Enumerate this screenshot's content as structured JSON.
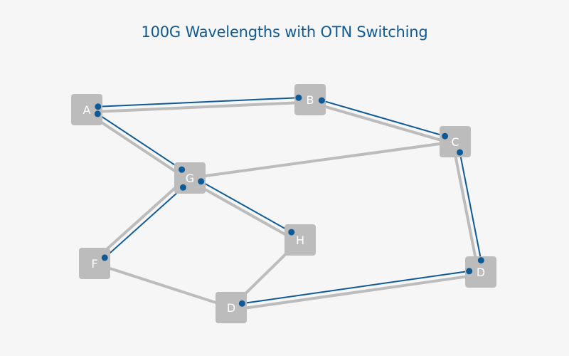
{
  "title": "100G Wavelengths with OTN Switching",
  "colors": {
    "background": "#f6f6f6",
    "title": "#0e5a97",
    "node_fill": "#bcbcbc",
    "fiber_link": "#bcbcbc",
    "wavelength": "#0e5a97",
    "node_label": "#ffffff"
  },
  "nodes": [
    {
      "id": "A",
      "label": "A"
    },
    {
      "id": "B",
      "label": "B"
    },
    {
      "id": "C",
      "label": "C"
    },
    {
      "id": "G",
      "label": "G"
    },
    {
      "id": "H",
      "label": "H"
    },
    {
      "id": "F",
      "label": "F"
    },
    {
      "id": "D1",
      "label": "D"
    },
    {
      "id": "D2",
      "label": "D"
    }
  ],
  "fiber_links": [
    {
      "from": "A",
      "to": "B"
    },
    {
      "from": "A",
      "to": "G"
    },
    {
      "from": "B",
      "to": "C"
    },
    {
      "from": "C",
      "to": "G"
    },
    {
      "from": "C",
      "to": "D2"
    },
    {
      "from": "G",
      "to": "F"
    },
    {
      "from": "G",
      "to": "H"
    },
    {
      "from": "F",
      "to": "D1"
    },
    {
      "from": "H",
      "to": "D1"
    },
    {
      "from": "D1",
      "to": "D2"
    }
  ],
  "wavelengths": [
    {
      "from": "A",
      "to": "B"
    },
    {
      "from": "A",
      "to": "G"
    },
    {
      "from": "B",
      "to": "C"
    },
    {
      "from": "C",
      "to": "D2"
    },
    {
      "from": "G",
      "to": "F"
    },
    {
      "from": "G",
      "to": "H"
    },
    {
      "from": "D1",
      "to": "D2"
    }
  ]
}
